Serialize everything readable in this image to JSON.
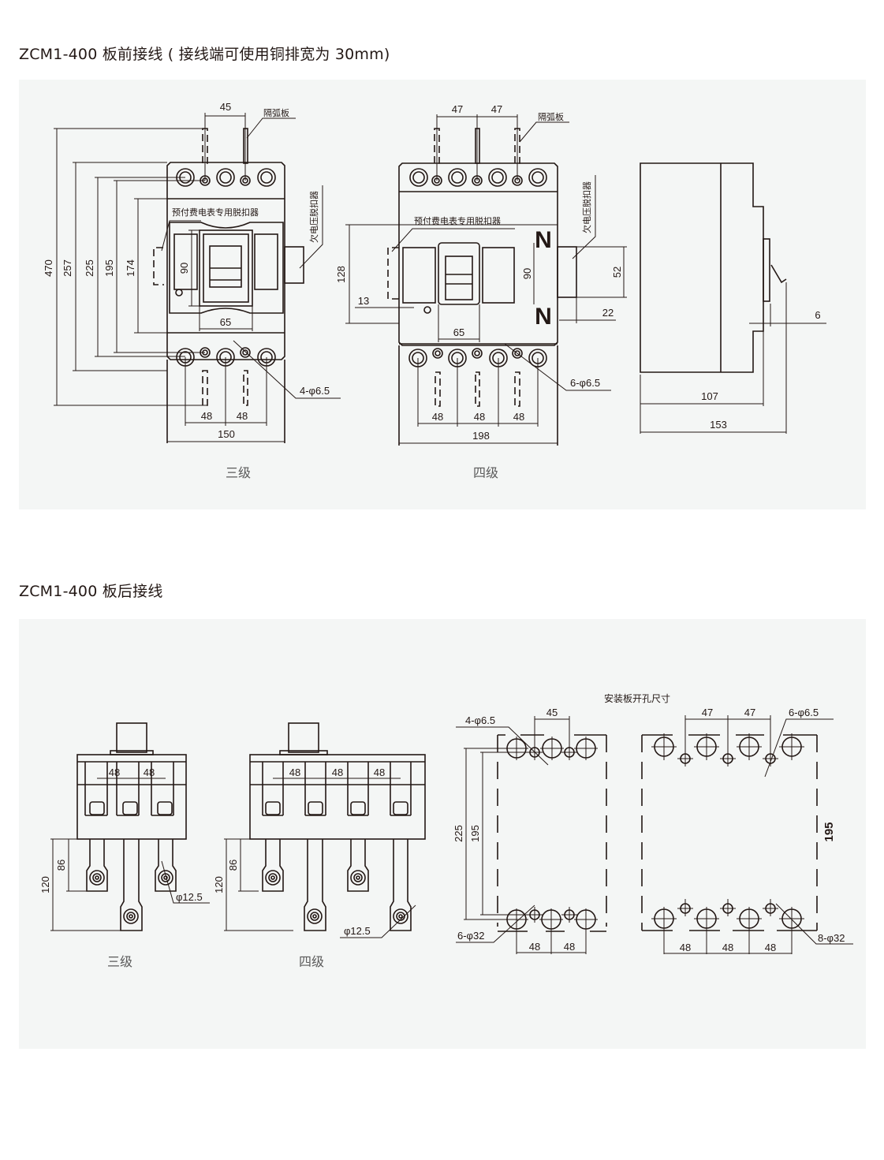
{
  "sections": {
    "front": {
      "title": "ZCM1-400 板前接线 ( 接线端可使用铜排宽为 30mm)",
      "three_pole": {
        "caption": "三级",
        "arc_barrier_label": "隔弧板",
        "prepaid_trip_label": "预付费电表专用脱扣器",
        "undervoltage_label": "欠电压脱扣器",
        "dims": {
          "top_pitch": "45",
          "h470": "470",
          "h257": "257",
          "h225": "225",
          "h195": "195",
          "h174": "174",
          "h90": "90",
          "w65": "65",
          "holes": "4-φ6.5",
          "pitch1": "48",
          "pitch2": "48",
          "width": "150"
        }
      },
      "four_pole": {
        "caption": "四级",
        "arc_barrier_label": "隔弧板",
        "prepaid_trip_label": "预付费电表专用脱扣器",
        "undervoltage_label": "欠电压脱扣器",
        "neutral_marker": "N",
        "dims": {
          "top_pitch1": "47",
          "top_pitch2": "47",
          "h128": "128",
          "h90": "90",
          "d13": "13",
          "h52": "52",
          "d22": "22",
          "w65": "65",
          "holes": "6-φ6.5",
          "pitch1": "48",
          "pitch2": "48",
          "pitch3": "48",
          "width": "198"
        }
      },
      "side_view": {
        "dims": {
          "d6": "6",
          "depth107": "107",
          "depth153": "153"
        }
      }
    },
    "rear": {
      "title": "ZCM1-400 板后接线",
      "three_pole": {
        "caption": "三级",
        "dims": {
          "pitch1": "48",
          "pitch2": "48",
          "h86": "86",
          "h120": "120",
          "stud": "φ12.5"
        }
      },
      "four_pole": {
        "caption": "四级",
        "dims": {
          "pitch1": "48",
          "pitch2": "48",
          "pitch3": "48",
          "h86": "86",
          "h120": "120",
          "stud": "φ12.5"
        }
      },
      "cutout": {
        "title": "安装板开孔尺寸",
        "three_pole": {
          "top_pitch": "45",
          "small_holes": "4-φ6.5",
          "h225": "225",
          "h195": "195",
          "large_holes": "6-φ32",
          "pitch1": "48",
          "pitch2": "48"
        },
        "four_pole": {
          "top_pitch1": "47",
          "top_pitch2": "47",
          "small_holes": "6-φ6.5",
          "h195": "195",
          "large_holes": "8-φ32",
          "pitch1": "48",
          "pitch2": "48",
          "pitch3": "48"
        }
      }
    }
  }
}
